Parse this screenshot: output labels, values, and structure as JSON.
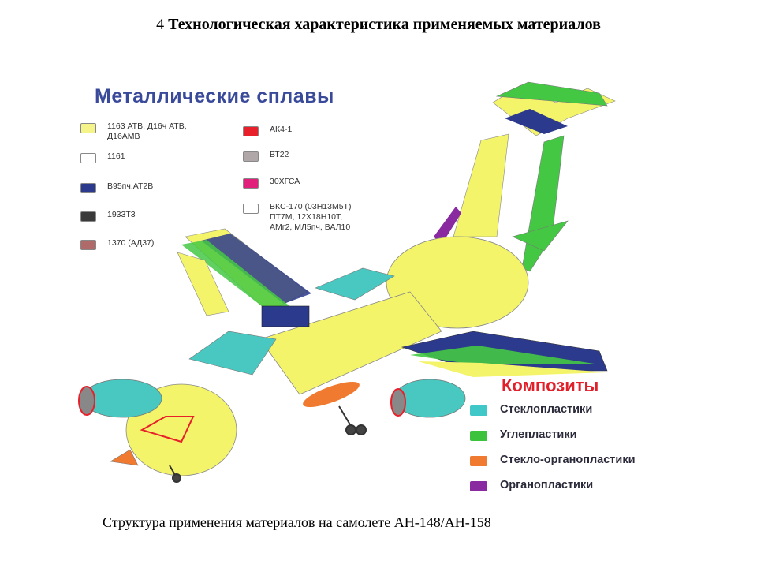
{
  "page": {
    "title_number": "4",
    "title_text": "Технологическая характеристика применяемых материалов",
    "caption": "Структура применения материалов на самолете АН-148/АН-158"
  },
  "metals": {
    "heading": "Металлические сплавы",
    "items": [
      {
        "label": "1163 АТВ, Д16ч АТВ,\nД16АМВ",
        "color": "#f4f48a"
      },
      {
        "label": "1161",
        "color": "#ffffff"
      },
      {
        "label": "В95пч.АТ2В",
        "color": "#2b3a8c"
      },
      {
        "label": "1933Т3",
        "color": "#3a3a3a"
      },
      {
        "label": "1370 (АД37)",
        "color": "#b06a6a"
      },
      {
        "label": "АК4-1",
        "color": "#e8202a"
      },
      {
        "label": "ВТ22",
        "color": "#b0a8a8"
      },
      {
        "label": "30ХГСА",
        "color": "#e0207a"
      },
      {
        "label": "ВКС-170 (03Н13М5Т)\nПТ7М, 12Х18Н10Т,\nАМг2, МЛ5пч, ВАЛ10",
        "color": "#ffffff"
      }
    ]
  },
  "composites": {
    "heading": "Композиты",
    "items": [
      {
        "label": "Стеклопластики",
        "color": "#40c8c8"
      },
      {
        "label": "Углепластики",
        "color": "#3cc23c"
      },
      {
        "label": "Стекло-органопластики",
        "color": "#f07a30"
      },
      {
        "label": "Органопластики",
        "color": "#8a2aa0"
      }
    ]
  },
  "colors": {
    "yellow": "#f4f46a",
    "cyan": "#48c8c0",
    "green": "#44c844",
    "navy": "#2b3a8c",
    "purple": "#8a2aa0",
    "orange": "#f07a30",
    "red": "#e8202a",
    "dark": "#3a3a3a"
  }
}
